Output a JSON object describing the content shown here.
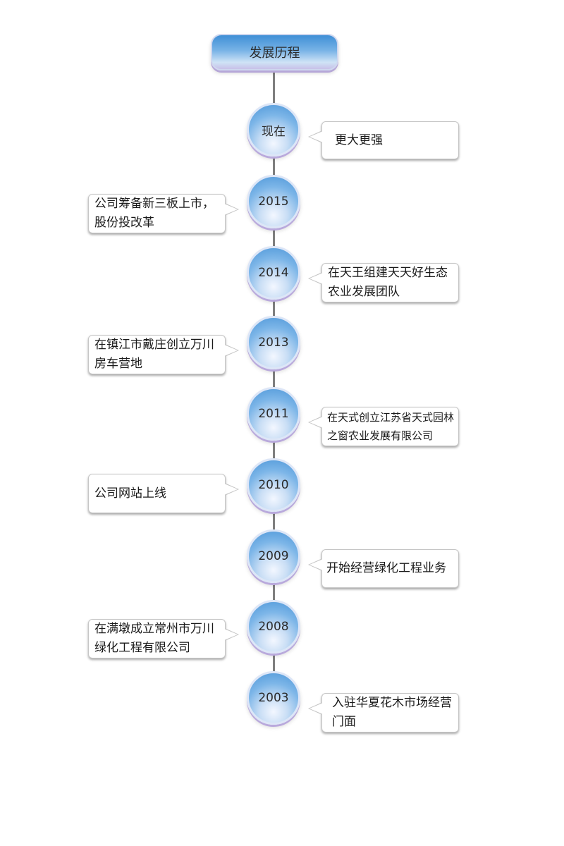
{
  "title": "发展历程",
  "milestones": [
    {
      "year": "现在",
      "text": "更大更强"
    },
    {
      "year": "2015",
      "text": "公司筹备新三板上市，股份投改革"
    },
    {
      "year": "2014",
      "text": "在天王组建天天好生态农业发展团队"
    },
    {
      "year": "2013",
      "text": "在镇江市戴庄创立万川房车营地"
    },
    {
      "year": "2011",
      "text": "在天式创立江苏省天式园林之窗农业发展有限公司"
    },
    {
      "year": "2010",
      "text": "公司网站上线"
    },
    {
      "year": "2009",
      "text": "开始经营绿化工程业务"
    },
    {
      "year": "2008",
      "text": "在满墩成立常州市万川绿化工程有限公司"
    },
    {
      "year": "2003",
      "text": "入驻华夏花木市场经营门面"
    }
  ]
}
